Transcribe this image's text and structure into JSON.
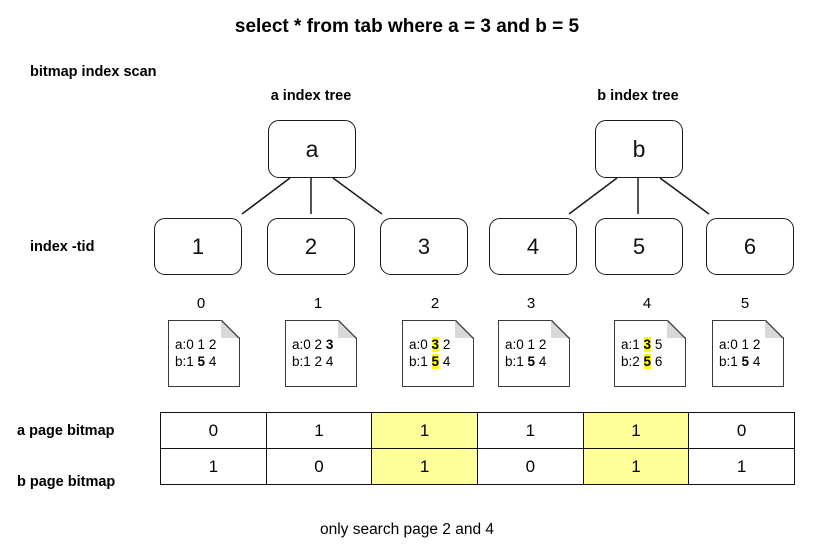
{
  "title": "select * from tab where a = 3 and b = 5",
  "labels": {
    "bitmap_index_scan": "bitmap index scan",
    "index_tid": "index -tid",
    "a_page_bitmap": "a page bitmap",
    "b_page_bitmap": "b page bitmap"
  },
  "trees": [
    {
      "caption": "a index tree",
      "root": "a",
      "leaves": [
        "1",
        "2",
        "3"
      ]
    },
    {
      "caption": "b index tree",
      "root": "b",
      "leaves": [
        "4",
        "5",
        "6"
      ]
    }
  ],
  "page_indices": [
    "0",
    "1",
    "2",
    "3",
    "4",
    "5"
  ],
  "pages": [
    {
      "index": "0",
      "a_prefix": "a:0",
      "a_tokens": [
        {
          "text": "1",
          "bold": false,
          "highlight": false
        },
        {
          "text": "2",
          "bold": false,
          "highlight": false
        }
      ],
      "b_prefix": "b:1",
      "b_tokens": [
        {
          "text": "5",
          "bold": true,
          "highlight": false
        },
        {
          "text": "4",
          "bold": false,
          "highlight": false
        }
      ]
    },
    {
      "index": "1",
      "a_prefix": "a:0",
      "a_tokens": [
        {
          "text": "2",
          "bold": false,
          "highlight": false
        },
        {
          "text": "3",
          "bold": true,
          "highlight": false
        }
      ],
      "b_prefix": "b:1",
      "b_tokens": [
        {
          "text": "2",
          "bold": false,
          "highlight": false
        },
        {
          "text": "4",
          "bold": false,
          "highlight": false
        }
      ]
    },
    {
      "index": "2",
      "a_prefix": "a:0",
      "a_tokens": [
        {
          "text": "3",
          "bold": true,
          "highlight": true
        },
        {
          "text": "2",
          "bold": false,
          "highlight": false
        }
      ],
      "b_prefix": "b:1",
      "b_tokens": [
        {
          "text": "5",
          "bold": true,
          "highlight": true
        },
        {
          "text": "4",
          "bold": false,
          "highlight": false
        }
      ]
    },
    {
      "index": "3",
      "a_prefix": "a:0",
      "a_tokens": [
        {
          "text": "1",
          "bold": false,
          "highlight": false
        },
        {
          "text": "2",
          "bold": false,
          "highlight": false
        }
      ],
      "b_prefix": "b:1",
      "b_tokens": [
        {
          "text": "5",
          "bold": true,
          "highlight": false
        },
        {
          "text": "4",
          "bold": false,
          "highlight": false
        }
      ]
    },
    {
      "index": "4",
      "a_prefix": "a:1",
      "a_tokens": [
        {
          "text": "3",
          "bold": true,
          "highlight": true
        },
        {
          "text": "5",
          "bold": false,
          "highlight": false
        }
      ],
      "b_prefix": "b:2",
      "b_tokens": [
        {
          "text": "5",
          "bold": true,
          "highlight": true
        },
        {
          "text": "6",
          "bold": false,
          "highlight": false
        }
      ]
    },
    {
      "index": "5",
      "a_prefix": "a:0",
      "a_tokens": [
        {
          "text": "1",
          "bold": false,
          "highlight": false
        },
        {
          "text": "2",
          "bold": false,
          "highlight": false
        }
      ],
      "b_prefix": "b:1",
      "b_tokens": [
        {
          "text": "5",
          "bold": true,
          "highlight": false
        },
        {
          "text": "4",
          "bold": false,
          "highlight": false
        }
      ]
    }
  ],
  "bitmap": {
    "a_row": [
      "0",
      "1",
      "1",
      "1",
      "1",
      "0"
    ],
    "b_row": [
      "1",
      "0",
      "1",
      "0",
      "1",
      "1"
    ],
    "highlighted_columns": [
      2,
      4
    ]
  },
  "footer": "only search page 2 and 4",
  "colors": {
    "highlight": "#ffff00",
    "cell_highlight": "#ffff99",
    "border": "#111111",
    "page_fold": "#d9d9d9",
    "background": "#ffffff"
  }
}
